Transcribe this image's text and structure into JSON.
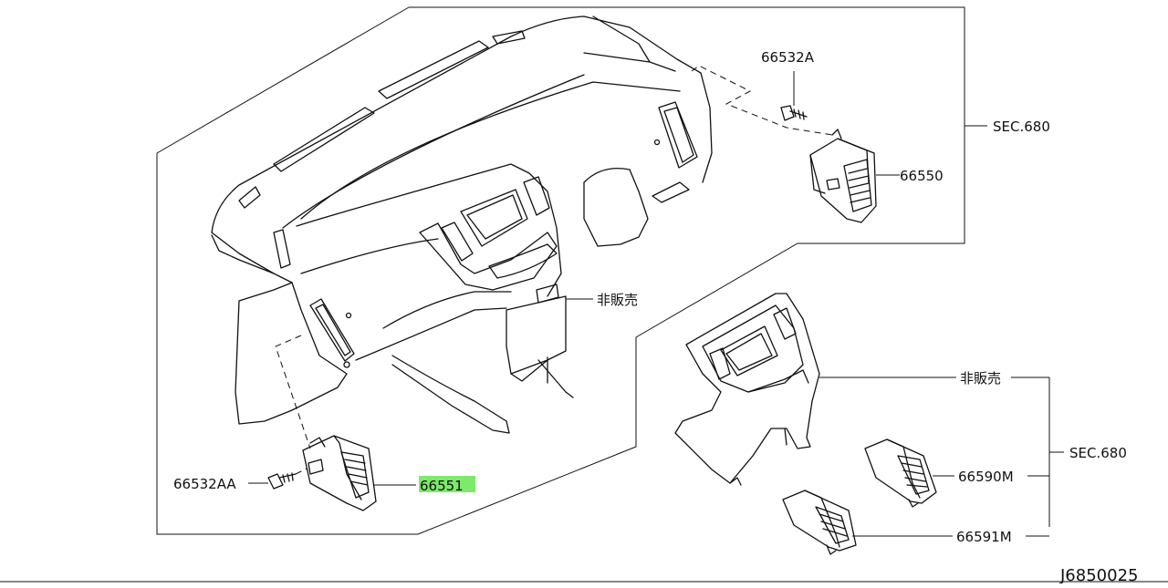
{
  "diagram": {
    "drawing_id": "J6850025",
    "highlight_color": "#7dea6c",
    "labels": {
      "p66532A": "66532A",
      "sec680_top": "SEC.680",
      "p66550": "66550",
      "hihanbai_1": "非販売",
      "hihanbai_2": "非販売",
      "sec680_right": "SEC.680",
      "p66590M": "66590M",
      "p66591M": "66591M",
      "p66532AA": "66532AA",
      "p66551": "66551"
    }
  }
}
